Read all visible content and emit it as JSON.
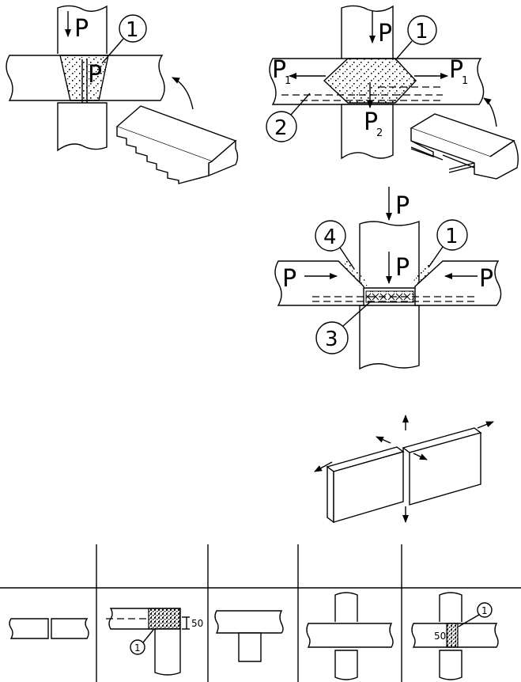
{
  "labels": {
    "load": "P",
    "load_1": "P",
    "load_1_sub": "1",
    "load_2": "P",
    "load_2_sub": "2",
    "callout_1": "1",
    "callout_2": "2",
    "callout_3": "3",
    "callout_4": "4",
    "dim_50": "50"
  }
}
